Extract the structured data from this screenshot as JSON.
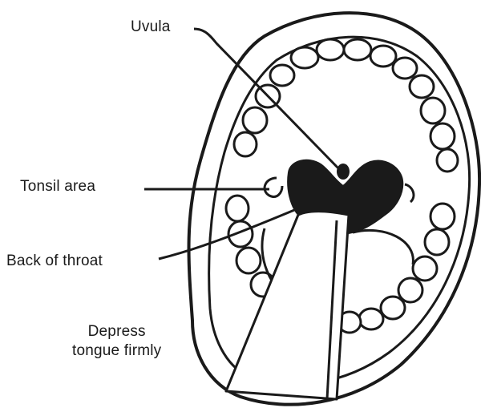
{
  "labels": {
    "uvula": "Uvula",
    "tonsil_area": "Tonsil area",
    "back_of_throat": "Back of throat",
    "depress_line1": "Depress",
    "depress_line2": "tongue firmly"
  },
  "colors": {
    "ink": "#1a1a1a",
    "background": "#ffffff"
  }
}
